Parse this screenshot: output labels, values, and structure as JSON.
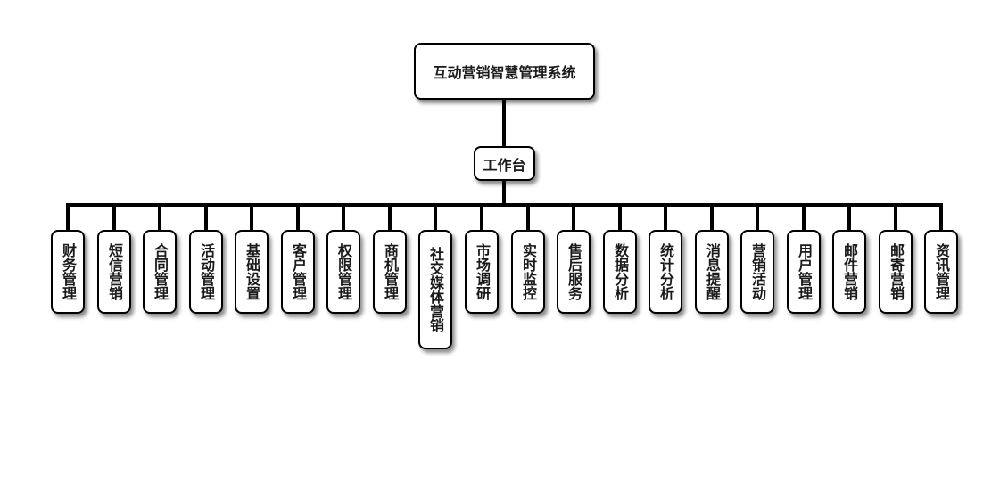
{
  "diagram": {
    "type": "org-tree",
    "colors": {
      "line": "#000000",
      "node_fill": "#ffffff",
      "node_border": "#000000",
      "text": "#1a1a1a"
    },
    "root": {
      "label": "互动营销智慧管理系统"
    },
    "hub": {
      "label": "工作台"
    },
    "modules": [
      {
        "label": "财务管理"
      },
      {
        "label": "短信营销"
      },
      {
        "label": "合同管理"
      },
      {
        "label": "活动管理"
      },
      {
        "label": "基础设置"
      },
      {
        "label": "客户管理"
      },
      {
        "label": "权限管理"
      },
      {
        "label": "商机管理"
      },
      {
        "label": "社交媒体营销"
      },
      {
        "label": "市场调研"
      },
      {
        "label": "实时监控"
      },
      {
        "label": "售后服务"
      },
      {
        "label": "数据分析"
      },
      {
        "label": "统计分析"
      },
      {
        "label": "消息提醒"
      },
      {
        "label": "营销活动"
      },
      {
        "label": "用户管理"
      },
      {
        "label": "邮件营销"
      },
      {
        "label": "邮寄营销"
      },
      {
        "label": "资讯管理"
      }
    ]
  }
}
